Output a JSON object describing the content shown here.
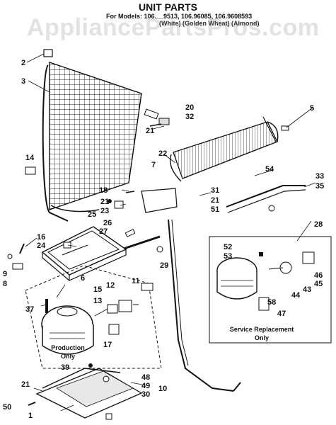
{
  "watermark": "AppliancePartsPros.com",
  "title": "UNIT PARTS",
  "models_line": "For Models: 106.__9513, 106.96085, 106.9608593",
  "models_line2": "(White) (Golden Wheat) (Almond)",
  "notes": {
    "production": [
      "Production",
      "Only"
    ],
    "service": [
      "Service Replacement",
      "Only"
    ]
  },
  "callouts": [
    {
      "id": "c1",
      "text": "1"
    },
    {
      "id": "c2",
      "text": "2"
    },
    {
      "id": "c3",
      "text": "3"
    },
    {
      "id": "c5",
      "text": "5"
    },
    {
      "id": "c6",
      "text": "6"
    },
    {
      "id": "c7",
      "text": "7"
    },
    {
      "id": "c8",
      "text": "8"
    },
    {
      "id": "c9",
      "text": "9"
    },
    {
      "id": "c10",
      "text": "10"
    },
    {
      "id": "c11",
      "text": "11"
    },
    {
      "id": "c12",
      "text": "12"
    },
    {
      "id": "c13",
      "text": "13"
    },
    {
      "id": "c14",
      "text": "14"
    },
    {
      "id": "c15",
      "text": "15"
    },
    {
      "id": "c16",
      "text": "16"
    },
    {
      "id": "c17",
      "text": "17"
    },
    {
      "id": "c18",
      "text": "18"
    },
    {
      "id": "c20",
      "text": "20"
    },
    {
      "id": "c21a",
      "text": "21"
    },
    {
      "id": "c21b",
      "text": "21"
    },
    {
      "id": "c21c",
      "text": "21"
    },
    {
      "id": "c21d",
      "text": "21"
    },
    {
      "id": "c22",
      "text": "22"
    },
    {
      "id": "c23",
      "text": "23"
    },
    {
      "id": "c24",
      "text": "24"
    },
    {
      "id": "c25",
      "text": "25"
    },
    {
      "id": "c26",
      "text": "26"
    },
    {
      "id": "c27",
      "text": "27"
    },
    {
      "id": "c28",
      "text": "28"
    },
    {
      "id": "c29",
      "text": "29"
    },
    {
      "id": "c30",
      "text": "30"
    },
    {
      "id": "c31",
      "text": "31"
    },
    {
      "id": "c32",
      "text": "32"
    },
    {
      "id": "c33",
      "text": "33"
    },
    {
      "id": "c35",
      "text": "35"
    },
    {
      "id": "c37",
      "text": "37"
    },
    {
      "id": "c39",
      "text": "39"
    },
    {
      "id": "c43",
      "text": "43"
    },
    {
      "id": "c44",
      "text": "44"
    },
    {
      "id": "c45",
      "text": "45"
    },
    {
      "id": "c46",
      "text": "46"
    },
    {
      "id": "c47",
      "text": "47"
    },
    {
      "id": "c48",
      "text": "48"
    },
    {
      "id": "c49",
      "text": "49"
    },
    {
      "id": "c50",
      "text": "50"
    },
    {
      "id": "c51",
      "text": "51"
    },
    {
      "id": "c52",
      "text": "52"
    },
    {
      "id": "c53",
      "text": "53"
    },
    {
      "id": "c54",
      "text": "54"
    },
    {
      "id": "c58",
      "text": "58"
    }
  ]
}
